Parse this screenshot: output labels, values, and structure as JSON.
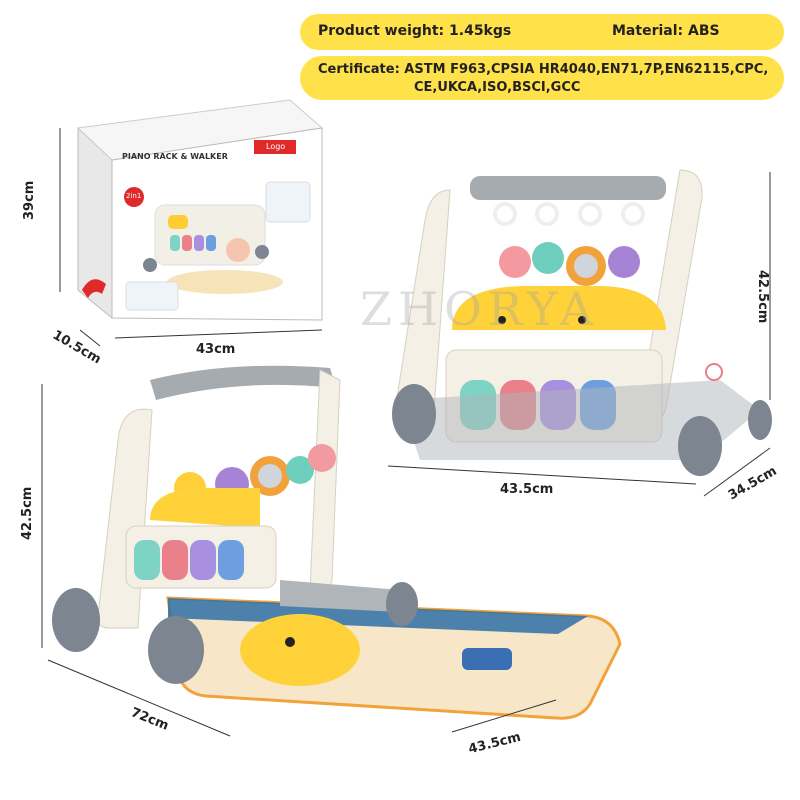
{
  "info": {
    "weight_label": "Product weight: 1.45kgs",
    "material_label": "Material: ABS",
    "certificate_line1": "Certificate: ASTM F963,CPSIA HR4040,EN71,7P,EN62115,CPC,",
    "certificate_line2": "CE,UKCA,ISO,BSCI,GCC"
  },
  "box": {
    "title": "PIANO RACK & WALKER",
    "logo": "Logo",
    "badge": "2in1",
    "height": "39cm",
    "depth": "10.5cm",
    "width": "43cm"
  },
  "walker": {
    "height": "42.5cm",
    "width": "43.5cm",
    "depth": "34.5cm"
  },
  "playmat": {
    "height": "42.5cm",
    "length": "72cm",
    "width": "43.5cm"
  },
  "watermark": "ZHORYA",
  "colors": {
    "pill": "#ffe14a",
    "key_green": "#7fd3c4",
    "key_pink": "#e9808a",
    "key_purple": "#a98fe0",
    "key_blue": "#6d9fe0",
    "frame": "#f4f0e6",
    "wheel": "#7c8590"
  }
}
